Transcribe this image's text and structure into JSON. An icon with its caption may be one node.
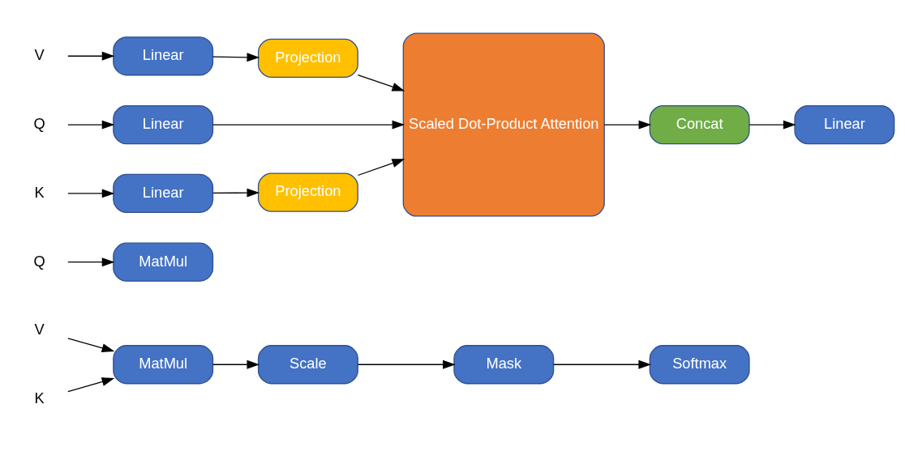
{
  "diagram": {
    "nodes": [
      {
        "text": [
          "V"
        ]
      },
      {
        "text": [
          "K"
        ]
      },
      {
        "text": [
          "MatMul"
        ]
      },
      {
        "text": [
          "Scale"
        ]
      },
      {
        "text": [
          "Mask"
        ]
      },
      {
        "text": [
          "Softmax"
        ]
      },
      {
        "text": [
          "Q"
        ]
      },
      {
        "text": [
          "MatMul"
        ]
      },
      {
        "text": [
          "V"
        ]
      },
      {
        "text": [
          "K"
        ]
      },
      {
        "text": [
          "Q"
        ]
      },
      {
        "text": [
          "Linear"
        ]
      },
      {
        "text": [
          "Linear"
        ]
      },
      {
        "text": [
          "Linear"
        ]
      },
      {
        "text": [
          "Projection"
        ]
      },
      {
        "text": [
          "Projection"
        ]
      },
      {
        "text": [
          "Scaled Dot-Product Attention"
        ]
      },
      {
        "text": [
          "Concat"
        ]
      },
      {
        "text": [
          "Linear"
        ]
      }
    ],
    "edges": [
      {
        "from": 0,
        "to": 2,
        "arrow": "to"
      },
      {
        "from": 1,
        "to": 2,
        "arrow": "to"
      },
      {
        "from": 2,
        "to": 3,
        "arrow": "to"
      },
      {
        "from": 3,
        "to": 4,
        "arrow": "to"
      },
      {
        "from": 4,
        "to": 5,
        "arrow": "to"
      },
      {
        "from": 6,
        "to": 7,
        "arrow": "to"
      },
      {
        "from": 8,
        "to": 11,
        "arrow": "to"
      },
      {
        "from": 9,
        "to": 12,
        "arrow": "to"
      },
      {
        "from": 10,
        "to": 13,
        "arrow": "to"
      },
      {
        "from": 11,
        "to": 14,
        "arrow": "to"
      },
      {
        "from": 12,
        "to": 15,
        "arrow": "to"
      },
      {
        "from": 14,
        "to": 16,
        "arrow": "to"
      },
      {
        "from": 15,
        "to": 16,
        "arrow": "to"
      },
      {
        "from": 13,
        "to": 16,
        "arrow": "to"
      },
      {
        "from": 16,
        "to": 17,
        "arrow": "to"
      },
      {
        "from": 17,
        "to": 18,
        "arrow": "to"
      }
    ]
  }
}
